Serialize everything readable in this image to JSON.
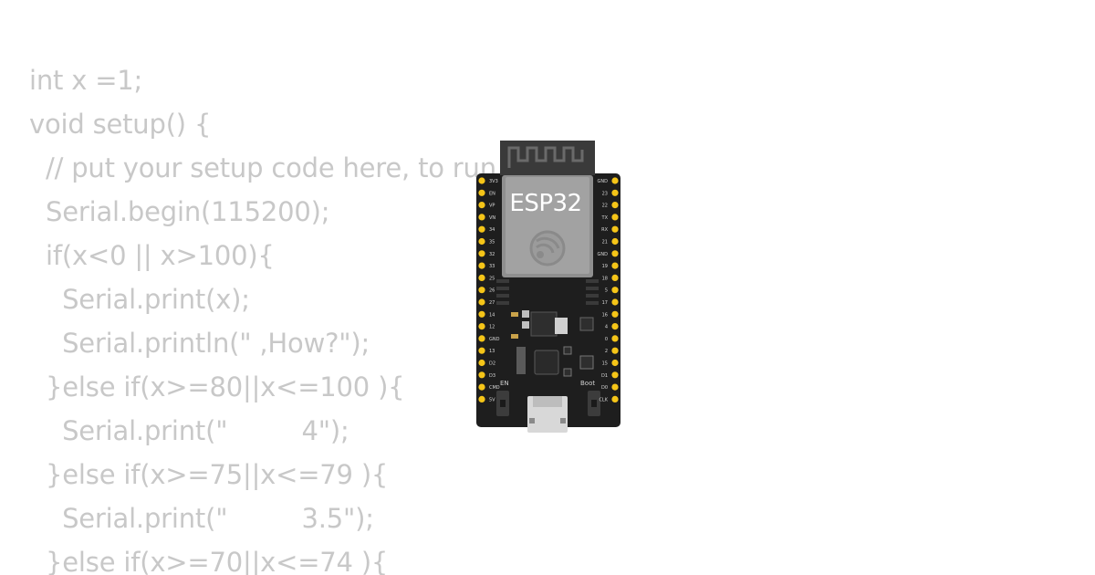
{
  "code": {
    "lines": [
      "int x =1;",
      "void setup() {",
      "  // put your setup code here, to run once:",
      "  Serial.begin(115200);",
      "  if(x<0 || x>100){",
      "    Serial.print(x);",
      "    Serial.println(\" ,How?\");",
      "  }else if(x>=80||x<=100 ){",
      "    Serial.print(\"         4\");",
      "  }else if(x>=75||x<=79 ){",
      "    Serial.print(\"         3.5\");",
      "  }else if(x>=70||x<=74 ){"
    ]
  },
  "board": {
    "chip_label": "ESP32",
    "en_label": "EN",
    "boot_label": "Boot",
    "left_pins": [
      "3V3",
      "EN",
      "VP",
      "VN",
      "34",
      "35",
      "32",
      "33",
      "25",
      "26",
      "27",
      "14",
      "12",
      "GND",
      "13",
      "D2",
      "D3",
      "CMD",
      "5V"
    ],
    "right_pins": [
      "GND",
      "23",
      "22",
      "TX",
      "RX",
      "21",
      "GND",
      "19",
      "18",
      "5",
      "17",
      "16",
      "4",
      "0",
      "2",
      "15",
      "D1",
      "D0",
      "CLK"
    ],
    "colors": {
      "pcb": "#1e1e1e",
      "pin": "#f5c518",
      "shield": "#9a9a9a",
      "antenna": "#3a3a3a"
    }
  }
}
